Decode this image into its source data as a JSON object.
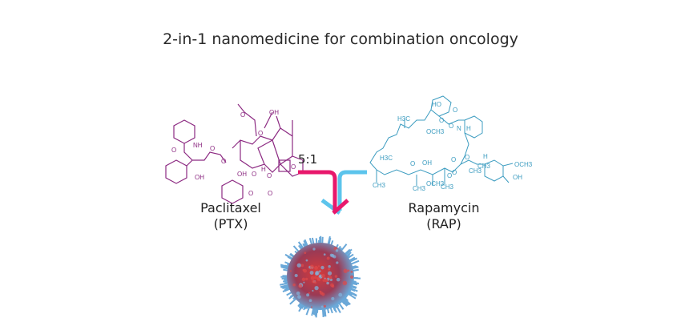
{
  "title": "2-in-1 nanomedicine for combination oncology",
  "drug_left": {
    "name": "Paclitaxel",
    "abbr": "(PTX)",
    "color": "#8c2a82",
    "atom_labels": [
      "NH",
      "O",
      "OH",
      "O",
      "O",
      "O",
      "OH",
      "O",
      "OH",
      "H",
      "O",
      "O",
      "O",
      "O",
      "O"
    ]
  },
  "drug_right": {
    "name": "Rapamycin",
    "abbr": "(RAP)",
    "color": "#3c9cc0",
    "atom_labels": [
      "HO",
      "O",
      "O",
      "O",
      "H3C",
      "OCH3",
      "N",
      "H",
      "O",
      "H3C",
      "O",
      "OH",
      "O",
      "O",
      "H",
      "OCH3",
      "CH3",
      "CH3",
      "OCH3",
      "CH3",
      "CH3",
      "O",
      "CH3",
      "OH"
    ]
  },
  "ratio": "5:1",
  "colors": {
    "arrow_ptx": "#e8186c",
    "arrow_rap": "#5cc4ec",
    "particle_core": "#c0303a",
    "particle_shell": "#6aa8d8"
  }
}
